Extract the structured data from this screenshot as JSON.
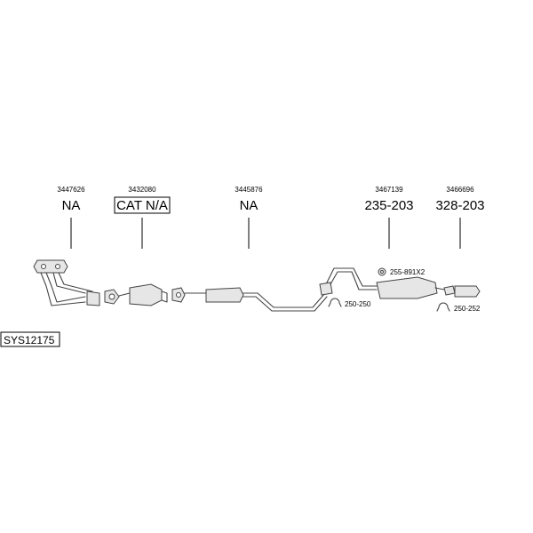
{
  "parts": [
    {
      "id": "part-1",
      "number": "3447626",
      "code": "NA"
    },
    {
      "id": "part-2",
      "number": "3432080",
      "code": "CAT N/A"
    },
    {
      "id": "part-3",
      "number": "3445876",
      "code": "NA"
    },
    {
      "id": "part-4",
      "number": "3467139",
      "code": "235-203"
    },
    {
      "id": "part-5",
      "number": "3466696",
      "code": "328-203"
    }
  ],
  "accessories": [
    {
      "label": "255-891X2",
      "icon": "gasket-icon"
    },
    {
      "label": "250-250",
      "icon": "clamp-icon"
    },
    {
      "label": "250-252",
      "icon": "clamp-icon"
    }
  ],
  "system_id": "SYS12175"
}
